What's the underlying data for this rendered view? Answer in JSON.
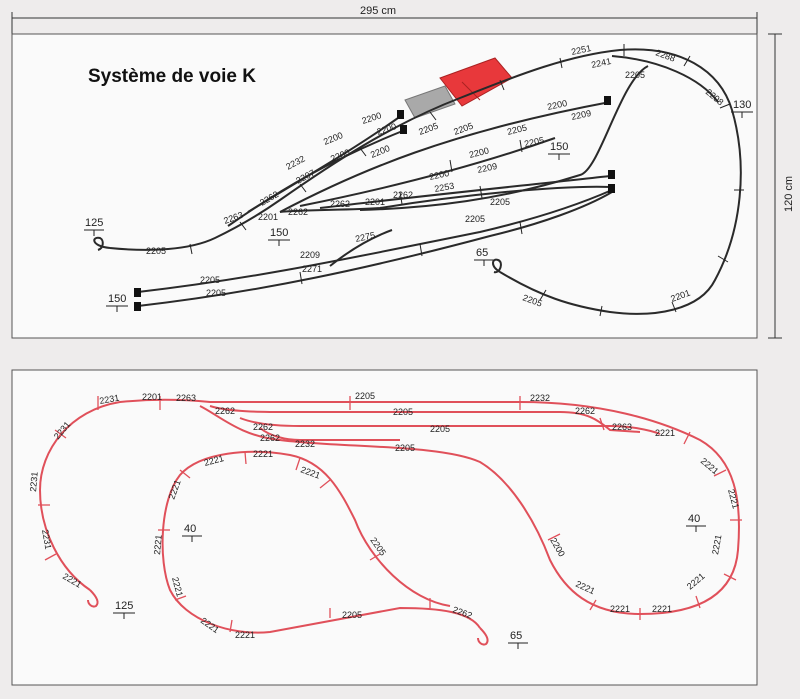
{
  "dims": {
    "width": "295 cm",
    "height": "120 cm"
  },
  "top_layout": {
    "title": "Système de voie K",
    "elevations": [
      "125",
      "150",
      "150",
      "130",
      "150",
      "65"
    ],
    "labels": [
      "2251",
      "2288",
      "2241",
      "2205",
      "2208",
      "2200",
      "2200",
      "2200",
      "2200",
      "2232",
      "2207",
      "2200",
      "2205",
      "2205",
      "2200",
      "2209",
      "2262",
      "2263",
      "2201",
      "2262",
      "2262",
      "2201",
      "2262",
      "2253",
      "2209",
      "2200",
      "2200",
      "2205",
      "2205",
      "2205",
      "2205",
      "2205",
      "2209",
      "2275",
      "2271",
      "2205",
      "2205",
      "2201",
      "2205"
    ]
  },
  "bottom_layout": {
    "elevations": [
      "40",
      "125",
      "40",
      "65"
    ],
    "labels": [
      "2231",
      "2201",
      "2263",
      "2205",
      "2232",
      "2262",
      "2231",
      "2262",
      "2205",
      "2262",
      "2262",
      "2205",
      "2263",
      "2221",
      "2232",
      "2205",
      "2221",
      "2221",
      "2221",
      "2221",
      "2231",
      "2221",
      "2231",
      "2200",
      "2221",
      "2205",
      "2221",
      "2221",
      "2221",
      "2221",
      "2221",
      "2221",
      "2221",
      "2205",
      "2262",
      "2221",
      "2221",
      "2221"
    ]
  }
}
